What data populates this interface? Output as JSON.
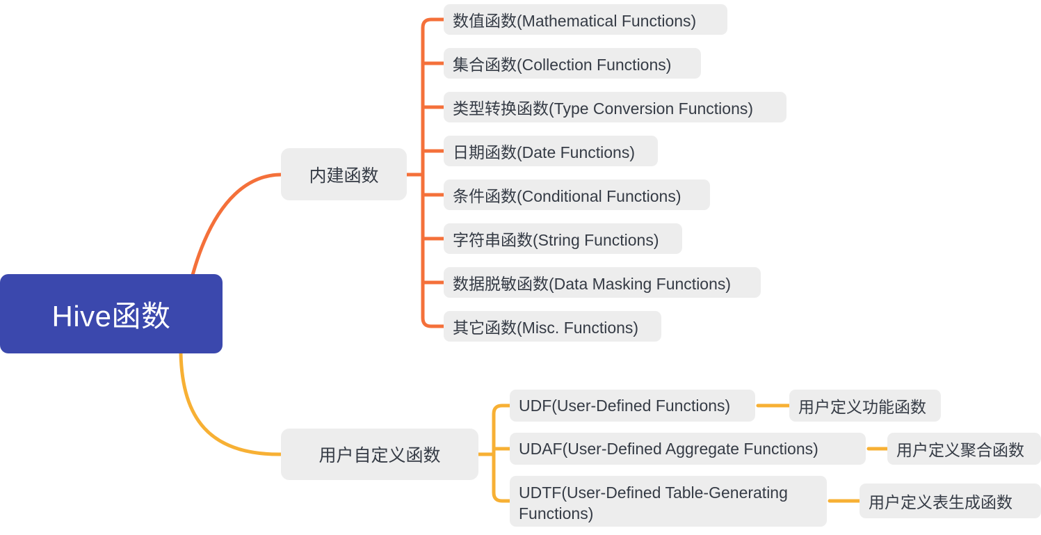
{
  "diagram": {
    "type": "mindmap",
    "title": "Hive函数",
    "colors": {
      "root_bg": "#3b48ad",
      "root_text": "#ffffff",
      "node_bg": "#ededed",
      "node_text": "#353b45",
      "branch_builtin_line": "#f4703a",
      "branch_udf_line": "#f7b034",
      "canvas_bg": "#ffffff"
    }
  },
  "root": {
    "label": "Hive函数"
  },
  "branches": [
    {
      "id": "builtin",
      "label": "内建函数",
      "line_color": "#f4703a",
      "children": [
        {
          "label": "数值函数(Mathematical Functions)"
        },
        {
          "label": "集合函数(Collection Functions)"
        },
        {
          "label": "类型转换函数(Type Conversion Functions)"
        },
        {
          "label": "日期函数(Date Functions)"
        },
        {
          "label": "条件函数(Conditional Functions)"
        },
        {
          "label": "字符串函数(String Functions)"
        },
        {
          "label": "数据脱敏函数(Data Masking Functions)"
        },
        {
          "label": "其它函数(Misc. Functions)"
        }
      ]
    },
    {
      "id": "udf",
      "label": "用户自定义函数",
      "line_color": "#f7b034",
      "children": [
        {
          "label": "UDF(User-Defined Functions)",
          "child": "用户定义功能函数"
        },
        {
          "label": "UDAF(User-Defined Aggregate Functions)",
          "child": "用户定义聚合函数"
        },
        {
          "label": "UDTF(User-Defined Table-Generating Functions)",
          "child": "用户定义表生成函数"
        }
      ]
    }
  ]
}
